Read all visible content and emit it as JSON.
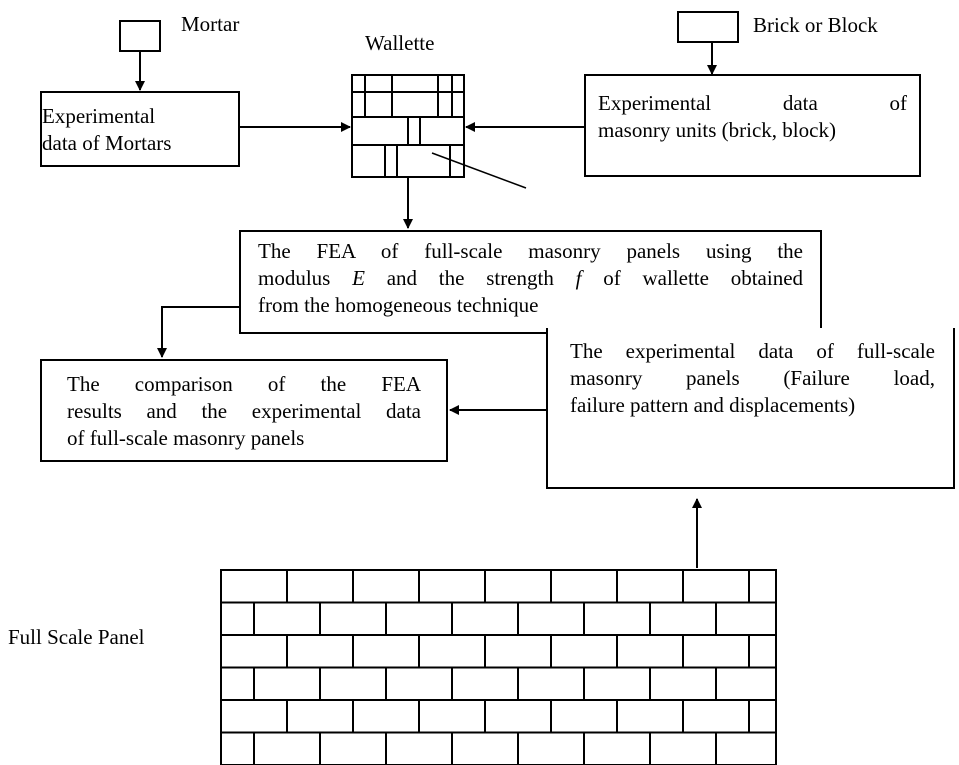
{
  "labels": {
    "mortar": "Mortar",
    "wallette": "Wallette",
    "brick_or_block": "Brick or Block",
    "full_scale_panel": "Full Scale Panel"
  },
  "boxes": {
    "mortar_data": [
      "Experimental",
      "data of Mortars"
    ],
    "units_data": [
      "Experimental data of",
      "masonry units (brick, block)"
    ],
    "fea": [
      "The FEA of full-scale masonry panels using the",
      "",
      "from the homogeneous technique"
    ],
    "fea_line2": {
      "pre": "modulus",
      "symbol_e": "E",
      "mid": "and the strength",
      "symbol_f": "f",
      "post": "of wallette obtained"
    },
    "comparison": [
      "The comparison of the FEA",
      "results and the experimental data",
      "of full-scale masonry panels"
    ],
    "fullscale_data": [
      "The experimental data of full-scale",
      "masonry panels (Failure load,",
      "failure pattern and displacements)"
    ]
  }
}
